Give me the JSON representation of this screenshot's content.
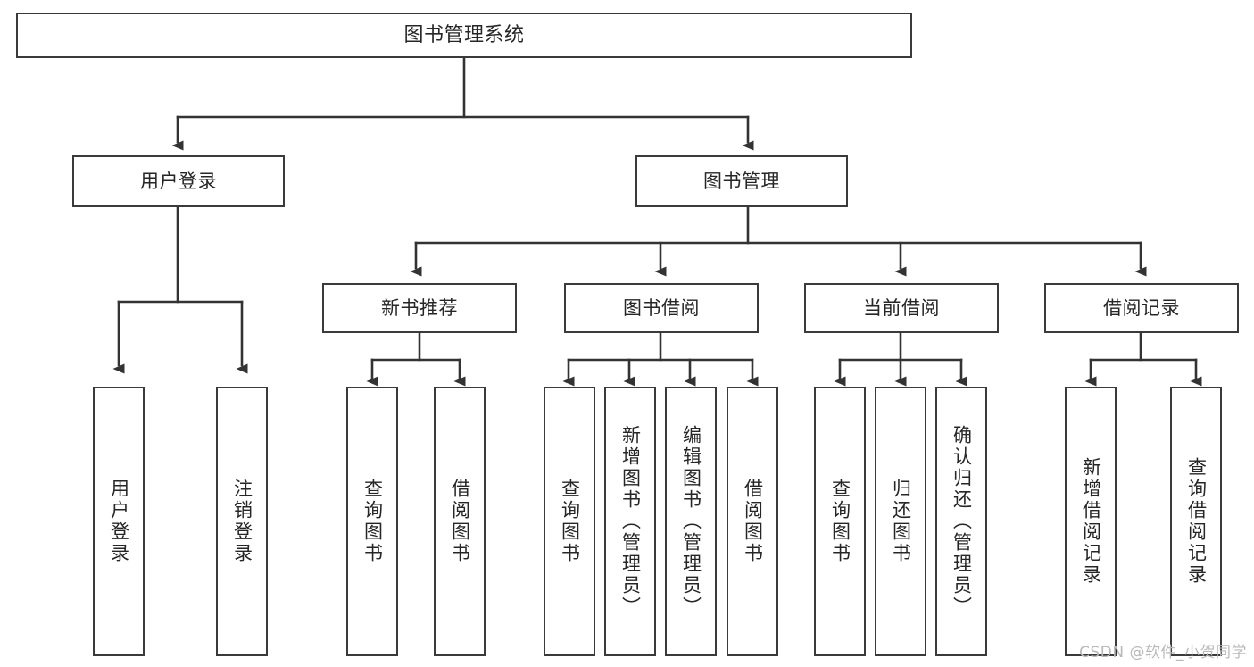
{
  "diagram": {
    "type": "tree-hierarchy-chart",
    "title": "图书管理系统",
    "watermark": "CSDN @软件_小贺同学",
    "colors": {
      "background": "#ffffff",
      "node_border": "#3a3a3a",
      "node_fill": "#ffffff",
      "text": "#262626",
      "edge": "#333333",
      "watermark": "#b9b9b9"
    },
    "nodes": {
      "root": {
        "label": "图书管理系统"
      },
      "level2": [
        {
          "id": "user-login",
          "label": "用户登录"
        },
        {
          "id": "book-management",
          "label": "图书管理"
        }
      ],
      "level3": [
        {
          "id": "new-book-recommend",
          "label": "新书推荐"
        },
        {
          "id": "book-borrow",
          "label": "图书借阅"
        },
        {
          "id": "current-borrow",
          "label": "当前借阅"
        },
        {
          "id": "borrow-record",
          "label": "借阅记录"
        }
      ],
      "leaves": {
        "user_login": [
          {
            "id": "leaf-user-login",
            "label": "用户登录"
          },
          {
            "id": "leaf-logout-login",
            "label": "注销登录"
          }
        ],
        "new_book_recommend": [
          {
            "id": "leaf-query-book-1",
            "label": "查询图书"
          },
          {
            "id": "leaf-borrow-book-1",
            "label": "借阅图书"
          }
        ],
        "book_borrow": [
          {
            "id": "leaf-query-book-2",
            "label": "查询图书"
          },
          {
            "id": "leaf-add-book",
            "label": "新增图书（管理员）"
          },
          {
            "id": "leaf-edit-book",
            "label": "编辑图书（管理员）"
          },
          {
            "id": "leaf-borrow-book-2",
            "label": "借阅图书"
          }
        ],
        "current_borrow": [
          {
            "id": "leaf-query-book-3",
            "label": "查询图书"
          },
          {
            "id": "leaf-return-book",
            "label": "归还图书"
          },
          {
            "id": "leaf-confirm-return",
            "label": "确认归还（管理员）"
          }
        ],
        "borrow_record": [
          {
            "id": "leaf-add-record",
            "label": "新增借阅记录"
          },
          {
            "id": "leaf-query-record",
            "label": "查询借阅记录"
          }
        ]
      }
    }
  }
}
